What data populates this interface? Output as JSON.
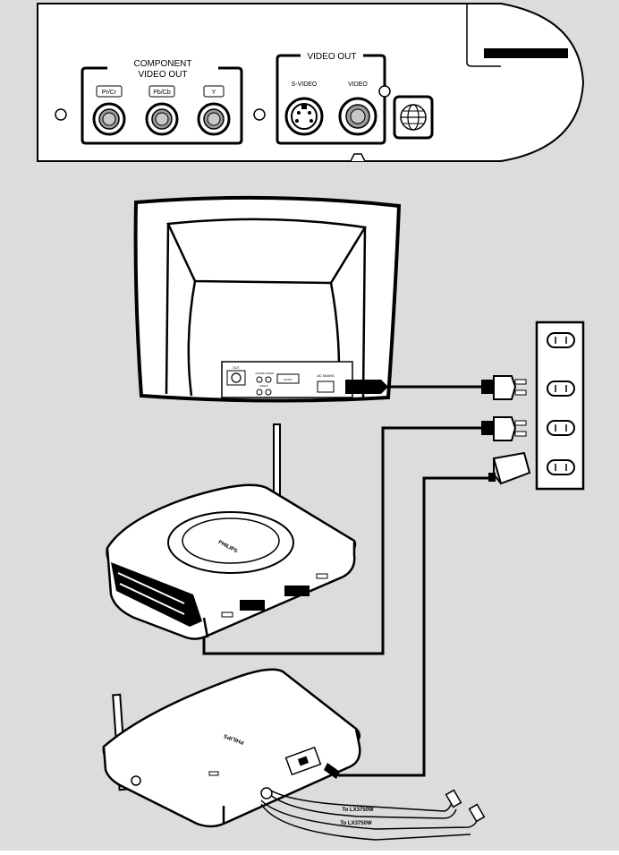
{
  "colors": {
    "background": "#dcdcdc",
    "panel": "#ffffff",
    "line": "#000000"
  },
  "panel": {
    "component_group_title_1": "COMPONENT",
    "component_group_title_2": "VIDEO OUT",
    "jack_pr": "Pr/Cr",
    "jack_pb": "Pb/Cb",
    "jack_y": "Y",
    "video_group_title": "VIDEO OUT",
    "svideo_label": "S-VIDEO",
    "video_label": "VIDEO",
    "globe_symbol": "globe-icon"
  },
  "tv": {
    "port_tiny_1": "OUT",
    "port_tiny_2": "AUDIO",
    "port_tiny_3": "S-VIDEO",
    "port_tiny_4": "VIDEO",
    "port_tiny_5": "SCART",
    "ac_mains": "AC MAINS"
  },
  "station": {
    "brand": "PHILIPS"
  },
  "receiver": {
    "brand": "PHILIPS",
    "cable_label_1": "To LX3750W",
    "cable_label_2": "To LX3750W"
  }
}
